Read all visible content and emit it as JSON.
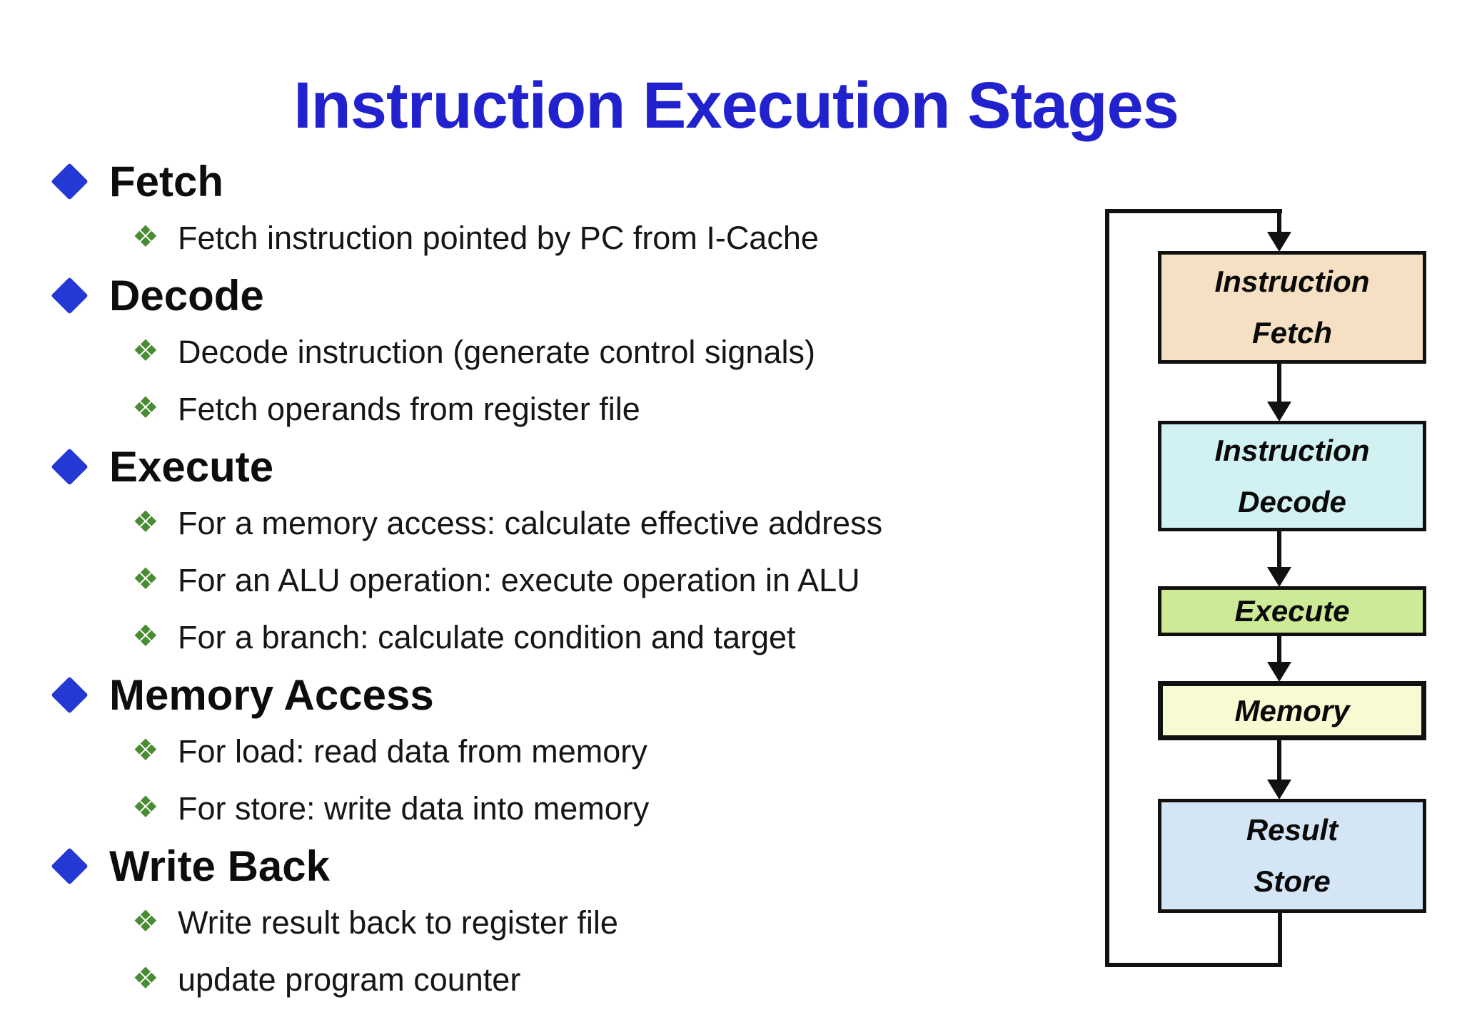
{
  "title": {
    "text": "Instruction Execution Stages",
    "color": "#2121cd"
  },
  "outline": {
    "bullet_icon": "blue-diamond",
    "bullet_color": "#2438d4",
    "sub_bullet_icon": "green-clover-diamond",
    "sub_bullet_glyph": "❖",
    "sub_bullet_color": "#4a8c33",
    "sections": [
      {
        "title": "Fetch",
        "items": [
          "Fetch instruction pointed by PC from I-Cache"
        ]
      },
      {
        "title": "Decode",
        "items": [
          "Decode instruction (generate control signals)",
          "Fetch operands from register file"
        ]
      },
      {
        "title": "Execute",
        "items": [
          "For a memory access: calculate effective address",
          "For an ALU operation: execute operation in ALU",
          "For a branch: calculate condition and target"
        ]
      },
      {
        "title": "Memory Access",
        "items": [
          "For load: read data from memory",
          "For store: write data into memory"
        ]
      },
      {
        "title": "Write Back",
        "items": [
          "Write result back to register file",
          "update program counter"
        ]
      }
    ]
  },
  "flowchart": {
    "line_color": "#111111",
    "stages": [
      {
        "name": "instruction-fetch",
        "lines": [
          "Instruction",
          "Fetch"
        ],
        "fill": "#f6e0c3"
      },
      {
        "name": "instruction-decode",
        "lines": [
          "Instruction",
          "Decode"
        ],
        "fill": "#d2f1f3"
      },
      {
        "name": "execute",
        "lines": [
          "Execute"
        ],
        "fill": "#cdea96"
      },
      {
        "name": "memory",
        "lines": [
          "Memory"
        ],
        "fill": "#fafad2"
      },
      {
        "name": "result-store",
        "lines": [
          "Result",
          "Store"
        ],
        "fill": "#d4e6f6"
      }
    ]
  }
}
